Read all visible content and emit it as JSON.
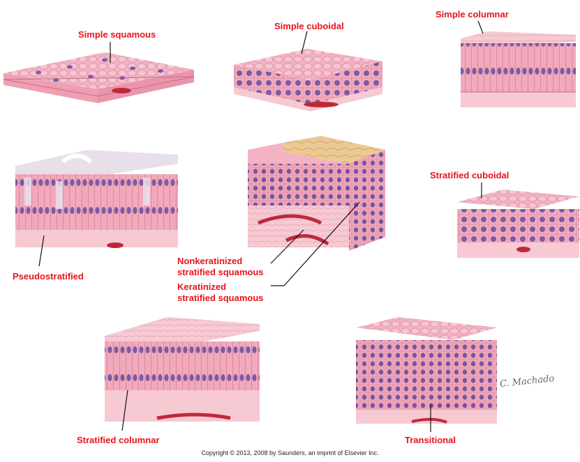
{
  "labels": {
    "simple_squamous": "Simple squamous",
    "simple_cuboidal": "Simple cuboidal",
    "simple_columnar": "Simple columnar",
    "stratified_cuboidal": "Stratified cuboidal",
    "pseudostratified": "Pseudostratified",
    "nonkeratinized": "Nonkeratinized\nstratified squamous",
    "keratinized": "Keratinized\nstratified squamous",
    "stratified_columnar": "Stratified columnar",
    "transitional": "Transitional"
  },
  "signature": "C. Machado",
  "copyright": "Copyright © 2013, 2008 by Saunders, an imprint of Elsevier Inc.",
  "colors": {
    "label": "#e8131b",
    "tissue": "#f2a7b9",
    "tissue_dark": "#e28aa1",
    "nucleus": "#7b5aa6",
    "keratin": "#e9c48e",
    "vessel": "#c0283a"
  }
}
